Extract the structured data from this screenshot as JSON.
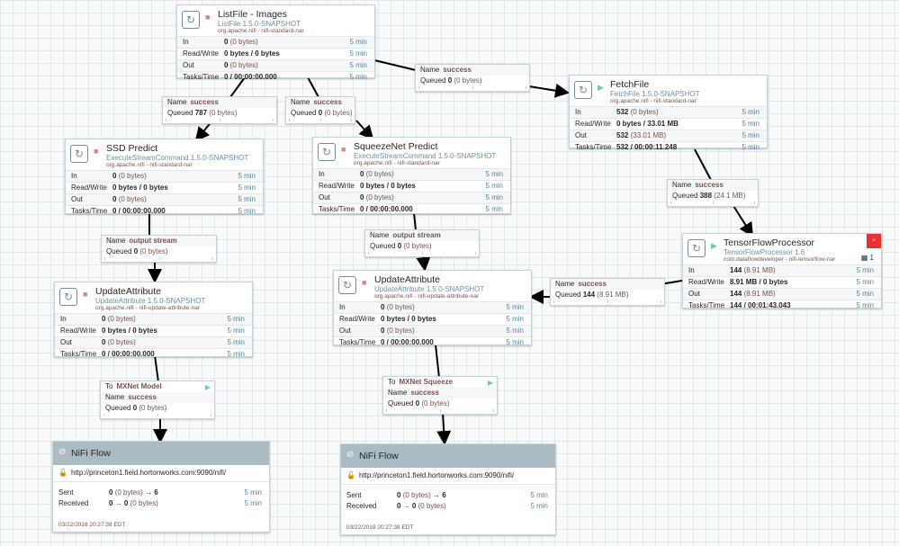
{
  "processors": {
    "listfile": {
      "name": "ListFile - Images",
      "type": "ListFile 1.5.0-SNAPSHOT",
      "bundle": "org.apache.nifi - nifi-standard-nar",
      "in": {
        "label": "In",
        "count": "0",
        "size": "(0 bytes)",
        "time": "5 min"
      },
      "rw": {
        "label": "Read/Write",
        "value": "0 bytes / 0 bytes",
        "time": "5 min"
      },
      "out": {
        "label": "Out",
        "count": "0",
        "size": "(0 bytes)",
        "time": "5 min"
      },
      "tasks": {
        "label": "Tasks/Time",
        "value": "0 / 00:00:00.000",
        "time": "5 min"
      }
    },
    "fetchfile": {
      "name": "FetchFile",
      "type": "FetchFile 1.5.0-SNAPSHOT",
      "bundle": "org.apache.nifi - nifi-standard-nar",
      "in": {
        "label": "In",
        "count": "532",
        "size": "(0 bytes)",
        "time": "5 min"
      },
      "rw": {
        "label": "Read/Write",
        "value": "0 bytes / 33.01 MB",
        "time": "5 min"
      },
      "out": {
        "label": "Out",
        "count": "532",
        "size": "(33.01 MB)",
        "time": "5 min"
      },
      "tasks": {
        "label": "Tasks/Time",
        "value": "532 / 00:00:11.248",
        "time": "5 min"
      }
    },
    "ssd": {
      "name": "SSD Predict",
      "type": "ExecuteStreamCommand 1.5.0-SNAPSHOT",
      "bundle": "org.apache.nifi - nifi-standard-nar",
      "in": {
        "label": "In",
        "count": "0",
        "size": "(0 bytes)",
        "time": "5 min"
      },
      "rw": {
        "label": "Read/Write",
        "value": "0 bytes / 0 bytes",
        "time": "5 min"
      },
      "out": {
        "label": "Out",
        "count": "0",
        "size": "(0 bytes)",
        "time": "5 min"
      },
      "tasks": {
        "label": "Tasks/Time",
        "value": "0 / 00:00:00.000",
        "time": "5 min"
      }
    },
    "squeezenet": {
      "name": "SqueezeNet Predict",
      "type": "ExecuteStreamCommand 1.5.0-SNAPSHOT",
      "bundle": "org.apache.nifi - nifi-standard-nar",
      "in": {
        "label": "In",
        "count": "0",
        "size": "(0 bytes)",
        "time": "5 min"
      },
      "rw": {
        "label": "Read/Write",
        "value": "0 bytes / 0 bytes",
        "time": "5 min"
      },
      "out": {
        "label": "Out",
        "count": "0",
        "size": "(0 bytes)",
        "time": "5 min"
      },
      "tasks": {
        "label": "Tasks/Time",
        "value": "0 / 00:00:00.000",
        "time": "5 min"
      }
    },
    "tensorflow": {
      "name": "TensorFlowProcessor",
      "type": "TensorFlowProcessor 1.6",
      "bundle": "com.dataflowdeveloper - nifi-tensorflow-nar",
      "threads": "1",
      "in": {
        "label": "In",
        "count": "144",
        "size": "(8.91 MB)",
        "time": "5 min"
      },
      "rw": {
        "label": "Read/Write",
        "value": "8.91 MB / 0 bytes",
        "time": "5 min"
      },
      "out": {
        "label": "Out",
        "count": "144",
        "size": "(8.91 MB)",
        "time": "5 min"
      },
      "tasks": {
        "label": "Tasks/Time",
        "value": "144 / 00:01:43.043",
        "time": "5 min"
      }
    },
    "update1": {
      "name": "UpdateAttribute",
      "type": "UpdateAttribute 1.5.0-SNAPSHOT",
      "bundle": "org.apache.nifi - nifi-update-attribute-nar",
      "in": {
        "label": "In",
        "count": "0",
        "size": "(0 bytes)",
        "time": "5 min"
      },
      "rw": {
        "label": "Read/Write",
        "value": "0 bytes / 0 bytes",
        "time": "5 min"
      },
      "out": {
        "label": "Out",
        "count": "0",
        "size": "(0 bytes)",
        "time": "5 min"
      },
      "tasks": {
        "label": "Tasks/Time",
        "value": "0 / 00:00:00.000",
        "time": "5 min"
      }
    },
    "update2": {
      "name": "UpdateAttribute",
      "type": "UpdateAttribute 1.5.0-SNAPSHOT",
      "bundle": "org.apache.nifi - nifi-update-attribute-nar",
      "in": {
        "label": "In",
        "count": "0",
        "size": "(0 bytes)",
        "time": "5 min"
      },
      "rw": {
        "label": "Read/Write",
        "value": "0 bytes / 0 bytes",
        "time": "5 min"
      },
      "out": {
        "label": "Out",
        "count": "0",
        "size": "(0 bytes)",
        "time": "5 min"
      },
      "tasks": {
        "label": "Tasks/Time",
        "value": "0 / 00:00:00.000",
        "time": "5 min"
      }
    }
  },
  "connections": {
    "c_list_fetch": {
      "name_label": "Name",
      "name": "success",
      "queued_label": "Queued",
      "count": "0",
      "size": "(0 bytes)"
    },
    "c_list_ssd": {
      "name_label": "Name",
      "name": "success",
      "queued_label": "Queued",
      "count": "787",
      "size": "(0 bytes)"
    },
    "c_list_squeeze": {
      "name_label": "Name",
      "name": "success",
      "queued_label": "Queued",
      "count": "0",
      "size": "(0 bytes)"
    },
    "c_fetch_tf": {
      "name_label": "Name",
      "name": "success",
      "queued_label": "Queued",
      "count": "388",
      "size": "(24.1 MB)"
    },
    "c_ssd_up1": {
      "name_label": "Name",
      "name": "output stream",
      "queued_label": "Queued",
      "count": "0",
      "size": "(0 bytes)"
    },
    "c_squeeze_up2": {
      "name_label": "Name",
      "name": "output stream",
      "queued_label": "Queued",
      "count": "0",
      "size": "(0 bytes)"
    },
    "c_tf_up2": {
      "name_label": "Name",
      "name": "success",
      "queued_label": "Queued",
      "count": "144",
      "size": "(8.91 MB)"
    },
    "c_up1_rpg": {
      "to_label": "To",
      "to": "MXNet Model",
      "name_label": "Name",
      "name": "success",
      "queued_label": "Queued",
      "count": "0",
      "size": "(0 bytes)"
    },
    "c_up2_rpg": {
      "to_label": "To",
      "to": "MXNet Squeeze",
      "name_label": "Name",
      "name": "success",
      "queued_label": "Queued",
      "count": "0",
      "size": "(0 bytes)"
    }
  },
  "remote_groups": {
    "rpg1": {
      "title": "NiFi Flow",
      "url": "http://princeton1.field.hortonworks.com:9090/nifi/",
      "sent": {
        "label": "Sent",
        "count": "0",
        "size": "(0 bytes)",
        "arrow": "→ 6",
        "time": "5 min"
      },
      "received": {
        "label": "Received",
        "count": "0",
        "arrow": "→",
        "count2": "0",
        "size": "(0 bytes)",
        "time": "5 min"
      },
      "timestamp": "03/22/2018 20:27:38 EDT"
    },
    "rpg2": {
      "title": "NiFi Flow",
      "url": "http://princeton1.field.hortonworks.com:9090/nifi/",
      "sent": {
        "label": "Sent",
        "count": "0",
        "size": "(0 bytes)",
        "arrow": "→ 6",
        "time": "5 min"
      },
      "received": {
        "label": "Received",
        "count": "0",
        "arrow": "→",
        "count2": "0",
        "size": "(0 bytes)",
        "time": "5 min"
      },
      "timestamp": "03/22/2018 20:27:38 EDT"
    }
  },
  "colors": {
    "stopped": "#d18686",
    "running": "#7dc7a0",
    "bulletin": "#ec3030",
    "rpg_header": "#aabbc3",
    "label_value": "#775351",
    "time": "#598599"
  },
  "icons": {
    "processor": "processor-icon",
    "stopped": "stop-square-icon",
    "running": "play-triangle-icon",
    "bulletin": "bulletin-icon",
    "lock": "lock-icon",
    "remote": "remote-group-icon"
  }
}
